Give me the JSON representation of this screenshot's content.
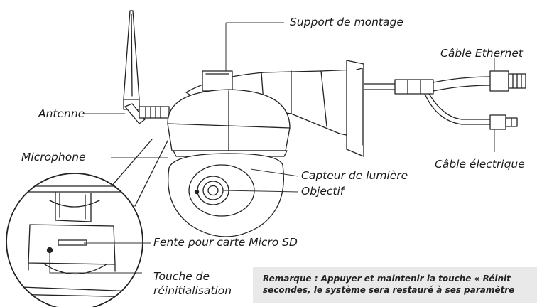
{
  "labels": {
    "mount": "Support de montage",
    "ethernet": "Câble Ethernet",
    "antenna": "Antenne",
    "microphone": "Microphone",
    "light_sensor": "Capteur de lumière",
    "lens": "Objectif",
    "power_cable": "Câble électrique",
    "sd_slot": "Fente pour carte Micro SD",
    "reset_line1": "Touche de",
    "reset_line2": "réinitialisation"
  },
  "note": {
    "line1": "Remarque : Appuyer et maintenir la touche « Réinit",
    "line2": "secondes, le système sera restauré à ses paramètre"
  }
}
